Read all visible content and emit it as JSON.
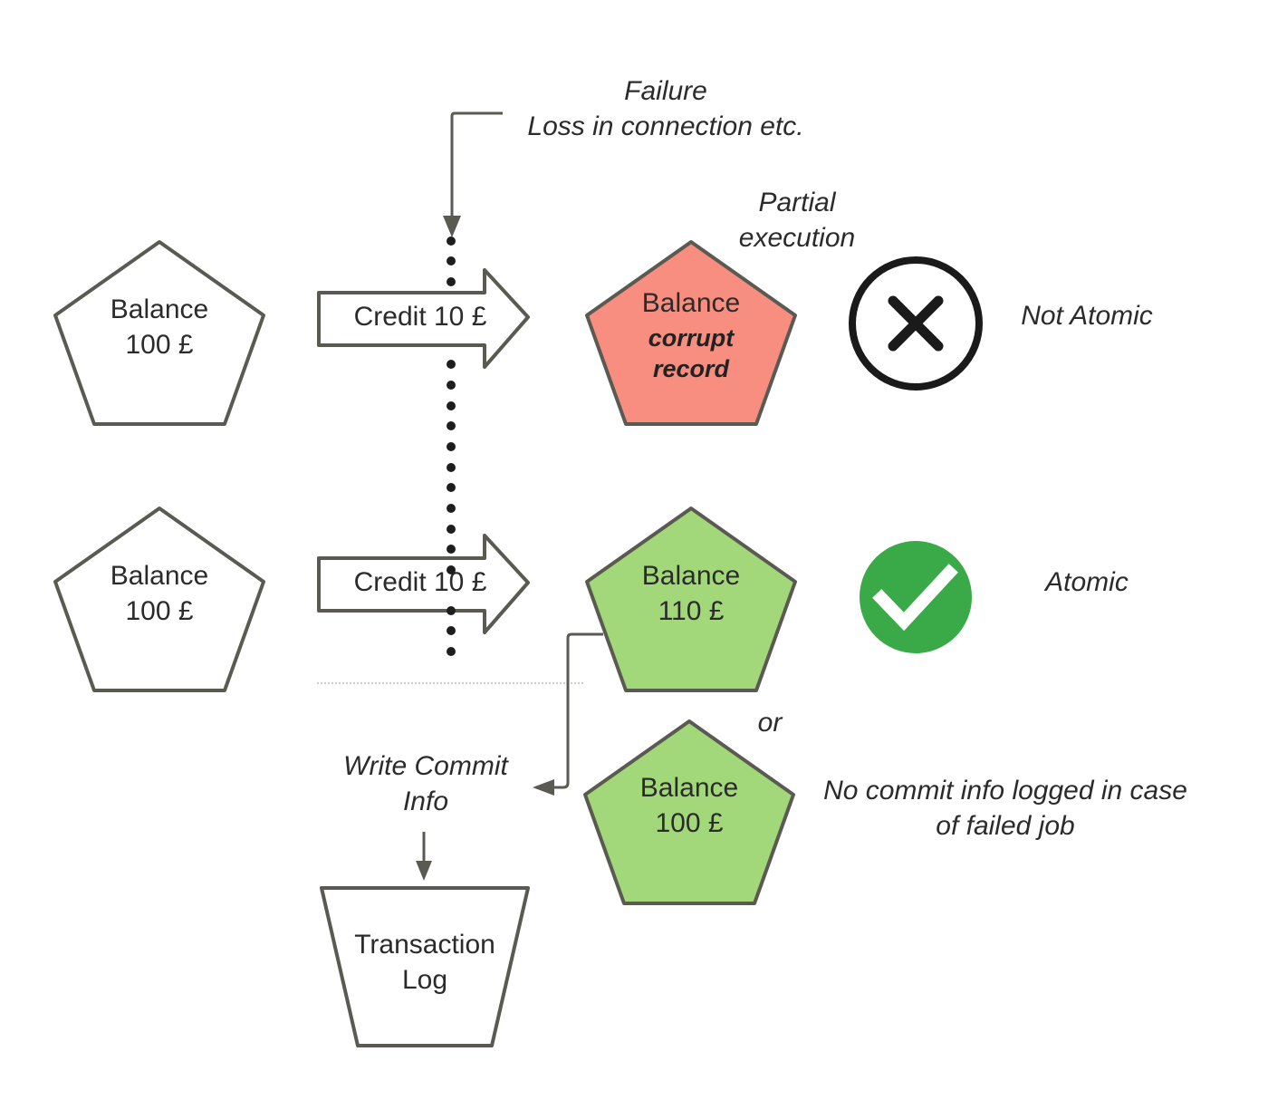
{
  "failure": {
    "title": "Failure",
    "detail": "Loss in connection etc."
  },
  "partial_execution": {
    "line1": "Partial",
    "line2": "execution"
  },
  "row1": {
    "source": {
      "line1": "Balance",
      "line2": "100 £"
    },
    "operation": "Credit 10 £",
    "result": {
      "line1": "Balance",
      "line2": "corrupt",
      "line3": "record",
      "color": "#f78e7f"
    },
    "status_icon": "cross-circle-icon",
    "status_label": "Not Atomic"
  },
  "row2": {
    "source": {
      "line1": "Balance",
      "line2": "100 £"
    },
    "operation": "Credit 10 £",
    "result": {
      "line1": "Balance",
      "line2": "110 £",
      "color": "#a3d87a"
    },
    "status_icon": "check-circle-icon",
    "status_color": "#3aaa48",
    "status_label": "Atomic"
  },
  "alternative": {
    "or_label": "or",
    "result": {
      "line1": "Balance",
      "line2": "100 £",
      "color": "#a3d87a"
    },
    "note_line1": "No commit info logged in case",
    "note_line2": "of failed job"
  },
  "commit": {
    "line1": "Write Commit",
    "line2": "Info"
  },
  "transaction_log": {
    "line1": "Transaction",
    "line2": "Log"
  }
}
